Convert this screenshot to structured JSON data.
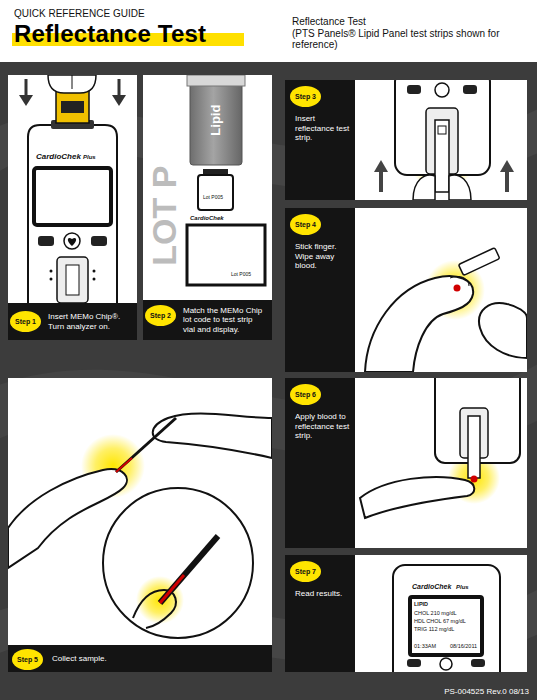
{
  "diagram": {
    "title": "Reflectance Test",
    "nodes": [
      {
        "text": [
          "Insert MEMo Chip®. Turn analyzer on."
        ]
      },
      {
        "text": [
          "Step 1"
        ],
        "in": 0
      },
      {
        "text": [
          "Match the MEMo Chip lot code to test strip vial and display."
        ]
      },
      {
        "text": [
          "Step 2"
        ],
        "in": 2
      },
      {
        "text": [
          "Insert reflectance test strip."
        ]
      },
      {
        "text": [
          "Step 3"
        ],
        "in": 4
      },
      {
        "text": [
          "Stick finger. Wipe away blood."
        ]
      },
      {
        "text": [
          "Step 4"
        ],
        "in": 6
      },
      {
        "text": [
          "Collect sample."
        ]
      },
      {
        "text": [
          "Step 5"
        ],
        "in": 8
      },
      {
        "text": [
          "Apply blood to reflectance test strip."
        ]
      },
      {
        "text": [
          "Step 6"
        ],
        "in": 10
      },
      {
        "text": [
          "Read results."
        ]
      },
      {
        "text": [
          "Step 7"
        ],
        "in": 12
      }
    ],
    "labels": [
      "QUICK REFERENCE GUIDE",
      "Reflectance Test",
      "(PTS Panels® Lipid Panel test strips shown for reference)",
      "CardioChek",
      "Plus",
      "Lipid",
      "LOT P",
      "Lot P005",
      "CardioChek",
      "Lot P005",
      "CardioChek",
      "Plus",
      "LIPID",
      "CHOL 210 mg/dL",
      "HDL CHOL 67 mg/dL",
      "TRIG 112 mg/dL",
      "01:33AM",
      "08/16/2011",
      "PS-004525 Rev.0 08/13"
    ]
  }
}
